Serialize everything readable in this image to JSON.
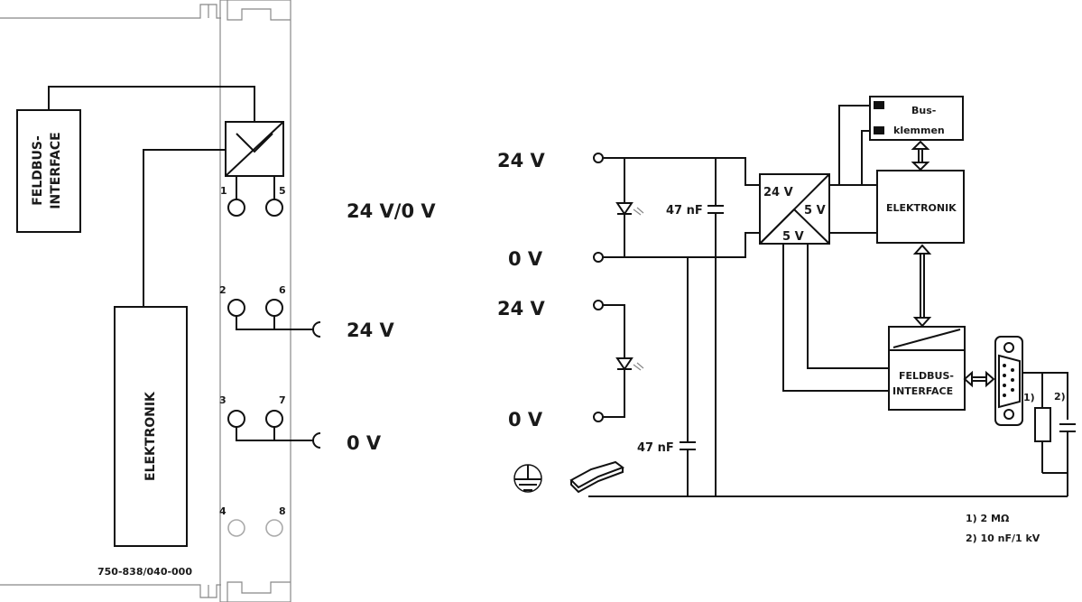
{
  "module": {
    "part_number": "750-838/040-000",
    "fieldbus_label_line1": "FELDBUS-",
    "fieldbus_label_line2": "INTERFACE",
    "electronics_label": "ELEKTRONIK",
    "terminals": [
      "1",
      "5",
      "2",
      "6",
      "3",
      "7",
      "4",
      "8"
    ],
    "supply_labels": [
      "24 V/0 V",
      "24 V",
      "0 V"
    ]
  },
  "schematic": {
    "input_labels": [
      "24 V",
      "0 V",
      "24 V",
      "0 V"
    ],
    "capacitor_top": "47 nF",
    "capacitor_bottom": "47 nF",
    "converter_in": "24 V",
    "converter_out1": "5 V",
    "converter_out2": "5 V",
    "bus_terminals_line1": "Bus-",
    "bus_terminals_line2": "klemmen",
    "electronics": "ELEKTRONIK",
    "fieldbus_line1": "FELDBUS-",
    "fieldbus_line2": "INTERFACE",
    "note_marker1": "1)",
    "note_marker2": "2)",
    "notes": [
      "1) 2 MΩ",
      "2) 10 nF/1 kV"
    ]
  }
}
